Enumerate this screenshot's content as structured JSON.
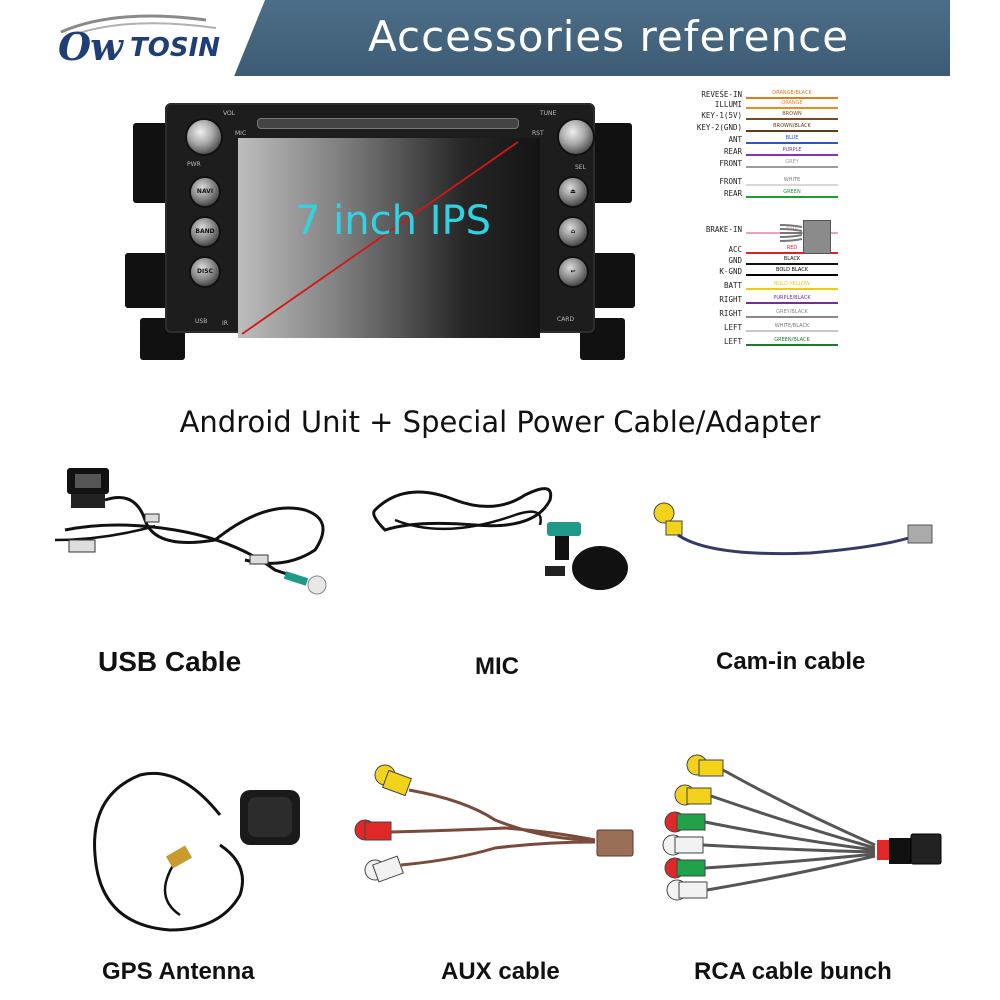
{
  "header": {
    "logo_main": "Ow",
    "logo_sub": "TOSIN",
    "title": "Accessories reference"
  },
  "unit": {
    "screen_label": "7 inch IPS",
    "left_buttons": [
      "NAVI",
      "BAND",
      "DISC"
    ],
    "small_labels": {
      "vol": "VOL",
      "mic": "MIC",
      "pwr": "PWR",
      "usb": "USB",
      "ir": "IR",
      "tune": "TUNE",
      "rst": "RST",
      "sel": "SEL",
      "card": "CARD"
    }
  },
  "wiring": {
    "rows": [
      {
        "label": "REVESE-IN",
        "wire": "ORANGE/BLACK",
        "color": "#e07a1f"
      },
      {
        "label": "ILLUMI",
        "wire": "ORANGE",
        "color": "#f08a20"
      },
      {
        "label": "KEY-1(5V)",
        "wire": "BROWN",
        "color": "#7a4a20"
      },
      {
        "label": "KEY-2(GND)",
        "wire": "BROWN/BLACK",
        "color": "#6a3a18"
      },
      {
        "label": "ANT",
        "wire": "BLUE",
        "color": "#2457c8"
      },
      {
        "label": "REAR",
        "wire": "PURPLE",
        "color": "#8a2fb8"
      },
      {
        "label": "FRONT",
        "wire": "GREY",
        "color": "#9a9a9a"
      },
      {
        "label": "FRONT",
        "wire": "WHITE",
        "color": "#d8d8d8"
      },
      {
        "label": "REAR",
        "wire": "GREEN",
        "color": "#1e9a3a"
      },
      {
        "label": "BRAKE-IN",
        "wire": "PINK",
        "color": "#f2a0b8"
      },
      {
        "label": "ACC",
        "wire": "RED",
        "color": "#e02020"
      },
      {
        "label": "GND",
        "wire": "BLACK",
        "color": "#111111"
      },
      {
        "label": "K-GND",
        "wire": "BOLD BLACK",
        "color": "#000000"
      },
      {
        "label": "BATT",
        "wire": "BOLD YELLOW",
        "color": "#e8cf10"
      },
      {
        "label": "RIGHT",
        "wire": "PURPLE/BLACK",
        "color": "#7a2aa0"
      },
      {
        "label": "RIGHT",
        "wire": "GREY/BLACK",
        "color": "#888888"
      },
      {
        "label": "LEFT",
        "wire": "WHITE/BLACK",
        "color": "#c8c8c8"
      },
      {
        "label": "LEFT",
        "wire": "GREEN/BLACK",
        "color": "#1a7a30"
      }
    ]
  },
  "section_title": "Android Unit + Special Power Cable/Adapter",
  "accessories": [
    {
      "label": "USB Cable"
    },
    {
      "label": "MIC"
    },
    {
      "label": "Cam-in cable"
    },
    {
      "label": "GPS Antenna"
    },
    {
      "label": "AUX cable"
    },
    {
      "label": "RCA cable bunch"
    }
  ],
  "colors": {
    "header_bar": "#466580",
    "logo": "#1f3e78",
    "screen_text": "#2fd3e3",
    "rca_yellow": "#f2d21a",
    "rca_red": "#e02828",
    "rca_white": "#f2f2f2",
    "rca_green": "#21a24a",
    "rca_teal": "#1f9a8a"
  }
}
